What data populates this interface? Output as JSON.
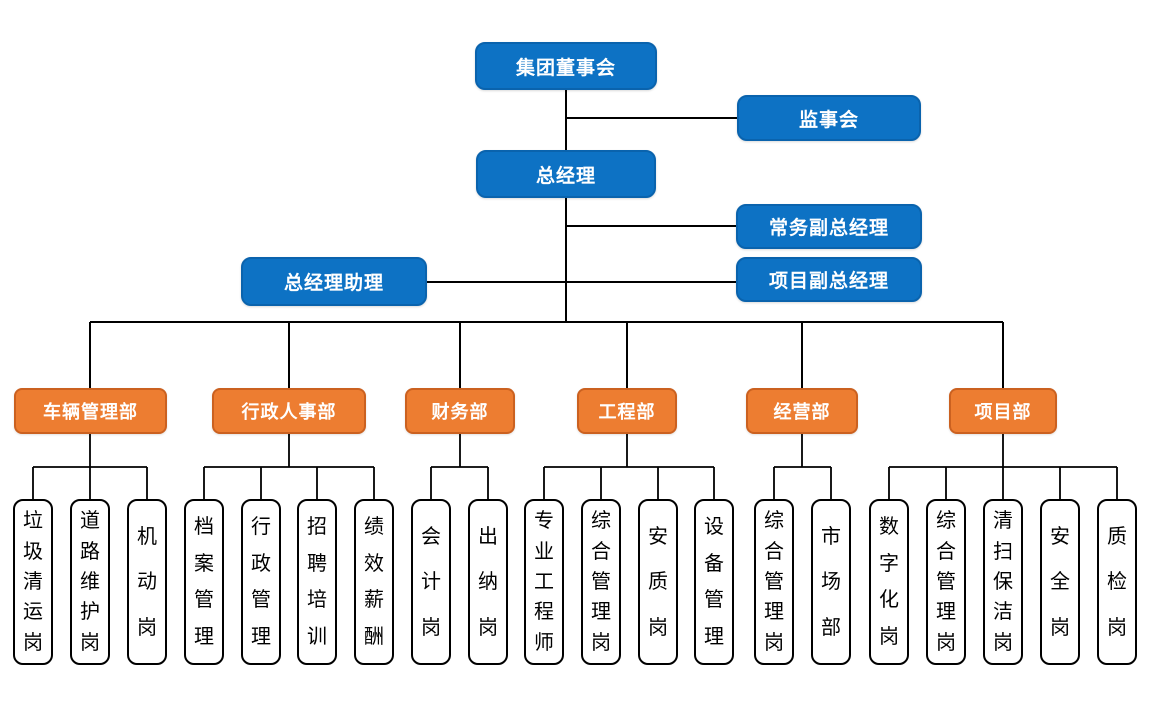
{
  "executive": {
    "board": "集团董事会",
    "supervisory_board": "监事会",
    "general_manager": "总经理",
    "executive_deputy_gm": "常务副总经理",
    "gm_assistant": "总经理助理",
    "project_deputy_gm": "项目副总经理"
  },
  "departments": [
    {
      "label": "车辆管理部",
      "children": [
        "垃圾清运岗",
        "道路维护岗",
        "机动岗"
      ]
    },
    {
      "label": "行政人事部",
      "children": [
        "档案管理",
        "行政管理",
        "招聘培训",
        "绩效薪酬"
      ]
    },
    {
      "label": "财务部",
      "children": [
        "会计岗",
        "出纳岗"
      ]
    },
    {
      "label": "工程部",
      "children": [
        "专业工程师",
        "综合管理岗",
        "安质岗",
        "设备管理"
      ]
    },
    {
      "label": "经营部",
      "children": [
        "综合管理岗",
        "市场部"
      ]
    },
    {
      "label": "项目部",
      "children": [
        "数字化岗",
        "综合管理岗",
        "清扫保洁岗",
        "安全岗",
        "质检岗"
      ]
    }
  ],
  "colors": {
    "node_blue": "#0d72c4",
    "node_orange": "#ed7d31",
    "leaf_border": "#000000",
    "connector": "#000000"
  }
}
